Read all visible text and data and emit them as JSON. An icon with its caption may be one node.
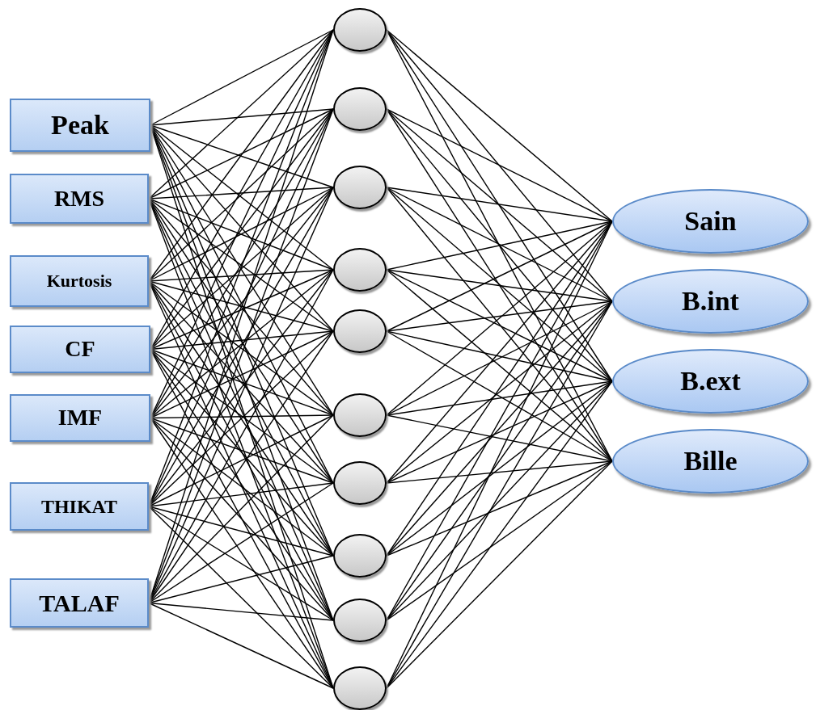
{
  "diagram": {
    "nodes": [
      {
        "text": [
          "Peak"
        ]
      },
      {
        "text": [
          "RMS"
        ]
      },
      {
        "text": [
          "Kurtosis"
        ]
      },
      {
        "text": [
          "CF"
        ]
      },
      {
        "text": [
          "IMF"
        ]
      },
      {
        "text": [
          "THIKAT"
        ]
      },
      {
        "text": [
          "TALAF"
        ]
      },
      {
        "text": [],
        "shape": "circle"
      },
      {
        "text": [],
        "shape": "circle"
      },
      {
        "text": [],
        "shape": "circle"
      },
      {
        "text": [],
        "shape": "circle"
      },
      {
        "text": [],
        "shape": "circle"
      },
      {
        "text": [],
        "shape": "circle"
      },
      {
        "text": [],
        "shape": "circle"
      },
      {
        "text": [],
        "shape": "circle"
      },
      {
        "text": [],
        "shape": "circle"
      },
      {
        "text": [],
        "shape": "circle"
      },
      {
        "text": [
          "Sain"
        ]
      },
      {
        "text": [
          "B.int"
        ]
      },
      {
        "text": [
          "B.ext"
        ]
      },
      {
        "text": [
          "Bille"
        ]
      }
    ],
    "edges": [
      {
        "from": 0,
        "to": 7,
        "arrow": "none"
      },
      {
        "from": 0,
        "to": 8,
        "arrow": "none"
      },
      {
        "from": 0,
        "to": 9,
        "arrow": "none"
      },
      {
        "from": 0,
        "to": 10,
        "arrow": "none"
      },
      {
        "from": 0,
        "to": 11,
        "arrow": "none"
      },
      {
        "from": 0,
        "to": 12,
        "arrow": "none"
      },
      {
        "from": 0,
        "to": 13,
        "arrow": "none"
      },
      {
        "from": 0,
        "to": 14,
        "arrow": "none"
      },
      {
        "from": 0,
        "to": 15,
        "arrow": "none"
      },
      {
        "from": 0,
        "to": 16,
        "arrow": "none"
      },
      {
        "from": 1,
        "to": 7,
        "arrow": "none"
      },
      {
        "from": 1,
        "to": 8,
        "arrow": "none"
      },
      {
        "from": 1,
        "to": 9,
        "arrow": "none"
      },
      {
        "from": 1,
        "to": 10,
        "arrow": "none"
      },
      {
        "from": 1,
        "to": 11,
        "arrow": "none"
      },
      {
        "from": 1,
        "to": 12,
        "arrow": "none"
      },
      {
        "from": 1,
        "to": 13,
        "arrow": "none"
      },
      {
        "from": 1,
        "to": 14,
        "arrow": "none"
      },
      {
        "from": 1,
        "to": 15,
        "arrow": "none"
      },
      {
        "from": 1,
        "to": 16,
        "arrow": "none"
      },
      {
        "from": 2,
        "to": 7,
        "arrow": "none"
      },
      {
        "from": 2,
        "to": 8,
        "arrow": "none"
      },
      {
        "from": 2,
        "to": 9,
        "arrow": "none"
      },
      {
        "from": 2,
        "to": 10,
        "arrow": "none"
      },
      {
        "from": 2,
        "to": 11,
        "arrow": "none"
      },
      {
        "from": 2,
        "to": 12,
        "arrow": "none"
      },
      {
        "from": 2,
        "to": 13,
        "arrow": "none"
      },
      {
        "from": 2,
        "to": 14,
        "arrow": "none"
      },
      {
        "from": 2,
        "to": 15,
        "arrow": "none"
      },
      {
        "from": 2,
        "to": 16,
        "arrow": "none"
      },
      {
        "from": 3,
        "to": 7,
        "arrow": "none"
      },
      {
        "from": 3,
        "to": 8,
        "arrow": "none"
      },
      {
        "from": 3,
        "to": 9,
        "arrow": "none"
      },
      {
        "from": 3,
        "to": 10,
        "arrow": "none"
      },
      {
        "from": 3,
        "to": 11,
        "arrow": "none"
      },
      {
        "from": 3,
        "to": 12,
        "arrow": "none"
      },
      {
        "from": 3,
        "to": 13,
        "arrow": "none"
      },
      {
        "from": 3,
        "to": 14,
        "arrow": "none"
      },
      {
        "from": 3,
        "to": 15,
        "arrow": "none"
      },
      {
        "from": 3,
        "to": 16,
        "arrow": "none"
      },
      {
        "from": 4,
        "to": 7,
        "arrow": "none"
      },
      {
        "from": 4,
        "to": 8,
        "arrow": "none"
      },
      {
        "from": 4,
        "to": 9,
        "arrow": "none"
      },
      {
        "from": 4,
        "to": 10,
        "arrow": "none"
      },
      {
        "from": 4,
        "to": 11,
        "arrow": "none"
      },
      {
        "from": 4,
        "to": 12,
        "arrow": "none"
      },
      {
        "from": 4,
        "to": 13,
        "arrow": "none"
      },
      {
        "from": 4,
        "to": 14,
        "arrow": "none"
      },
      {
        "from": 4,
        "to": 15,
        "arrow": "none"
      },
      {
        "from": 4,
        "to": 16,
        "arrow": "none"
      },
      {
        "from": 5,
        "to": 7,
        "arrow": "none"
      },
      {
        "from": 5,
        "to": 8,
        "arrow": "none"
      },
      {
        "from": 5,
        "to": 9,
        "arrow": "none"
      },
      {
        "from": 5,
        "to": 10,
        "arrow": "none"
      },
      {
        "from": 5,
        "to": 11,
        "arrow": "none"
      },
      {
        "from": 5,
        "to": 12,
        "arrow": "none"
      },
      {
        "from": 5,
        "to": 13,
        "arrow": "none"
      },
      {
        "from": 5,
        "to": 14,
        "arrow": "none"
      },
      {
        "from": 5,
        "to": 15,
        "arrow": "none"
      },
      {
        "from": 5,
        "to": 16,
        "arrow": "none"
      },
      {
        "from": 6,
        "to": 7,
        "arrow": "none"
      },
      {
        "from": 6,
        "to": 8,
        "arrow": "none"
      },
      {
        "from": 6,
        "to": 9,
        "arrow": "none"
      },
      {
        "from": 6,
        "to": 10,
        "arrow": "none"
      },
      {
        "from": 6,
        "to": 11,
        "arrow": "none"
      },
      {
        "from": 6,
        "to": 12,
        "arrow": "none"
      },
      {
        "from": 6,
        "to": 13,
        "arrow": "none"
      },
      {
        "from": 6,
        "to": 14,
        "arrow": "none"
      },
      {
        "from": 6,
        "to": 15,
        "arrow": "none"
      },
      {
        "from": 6,
        "to": 16,
        "arrow": "none"
      },
      {
        "from": 7,
        "to": 17,
        "arrow": "none"
      },
      {
        "from": 7,
        "to": 18,
        "arrow": "none"
      },
      {
        "from": 7,
        "to": 19,
        "arrow": "none"
      },
      {
        "from": 7,
        "to": 20,
        "arrow": "none"
      },
      {
        "from": 8,
        "to": 17,
        "arrow": "none"
      },
      {
        "from": 8,
        "to": 18,
        "arrow": "none"
      },
      {
        "from": 8,
        "to": 19,
        "arrow": "none"
      },
      {
        "from": 8,
        "to": 20,
        "arrow": "none"
      },
      {
        "from": 9,
        "to": 17,
        "arrow": "none"
      },
      {
        "from": 9,
        "to": 18,
        "arrow": "none"
      },
      {
        "from": 9,
        "to": 19,
        "arrow": "none"
      },
      {
        "from": 9,
        "to": 20,
        "arrow": "none"
      },
      {
        "from": 10,
        "to": 17,
        "arrow": "none"
      },
      {
        "from": 10,
        "to": 18,
        "arrow": "none"
      },
      {
        "from": 10,
        "to": 19,
        "arrow": "none"
      },
      {
        "from": 10,
        "to": 20,
        "arrow": "none"
      },
      {
        "from": 11,
        "to": 17,
        "arrow": "none"
      },
      {
        "from": 11,
        "to": 18,
        "arrow": "none"
      },
      {
        "from": 11,
        "to": 19,
        "arrow": "none"
      },
      {
        "from": 11,
        "to": 20,
        "arrow": "none"
      },
      {
        "from": 12,
        "to": 17,
        "arrow": "none"
      },
      {
        "from": 12,
        "to": 18,
        "arrow": "none"
      },
      {
        "from": 12,
        "to": 19,
        "arrow": "none"
      },
      {
        "from": 12,
        "to": 20,
        "arrow": "none"
      },
      {
        "from": 13,
        "to": 17,
        "arrow": "none"
      },
      {
        "from": 13,
        "to": 18,
        "arrow": "none"
      },
      {
        "from": 13,
        "to": 19,
        "arrow": "none"
      },
      {
        "from": 13,
        "to": 20,
        "arrow": "none"
      },
      {
        "from": 14,
        "to": 17,
        "arrow": "none"
      },
      {
        "from": 14,
        "to": 18,
        "arrow": "none"
      },
      {
        "from": 14,
        "to": 19,
        "arrow": "none"
      },
      {
        "from": 14,
        "to": 20,
        "arrow": "none"
      },
      {
        "from": 15,
        "to": 17,
        "arrow": "none"
      },
      {
        "from": 15,
        "to": 18,
        "arrow": "none"
      },
      {
        "from": 15,
        "to": 19,
        "arrow": "none"
      },
      {
        "from": 15,
        "to": 20,
        "arrow": "none"
      },
      {
        "from": 16,
        "to": 17,
        "arrow": "none"
      },
      {
        "from": 16,
        "to": 18,
        "arrow": "none"
      },
      {
        "from": 16,
        "to": 19,
        "arrow": "none"
      },
      {
        "from": 16,
        "to": 20,
        "arrow": "none"
      }
    ]
  }
}
